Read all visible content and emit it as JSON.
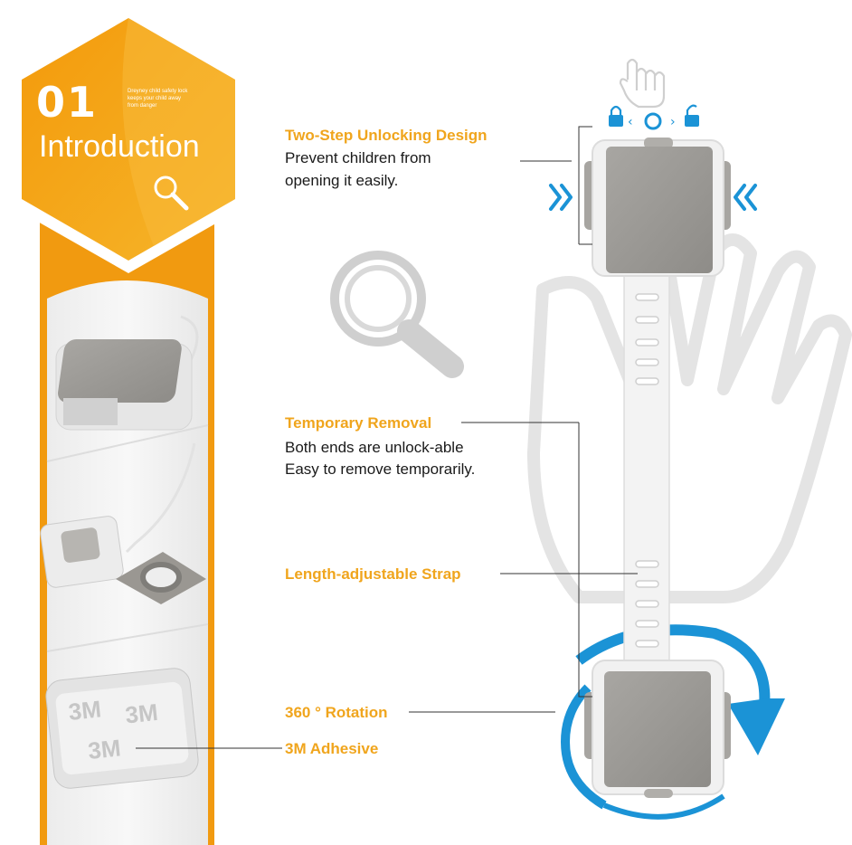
{
  "intro": {
    "number": "01",
    "title": "Introduction",
    "small_text": "Dreyney child safety lock keeps your child away from danger",
    "magnifier_icon": "magnifier-icon"
  },
  "features": [
    {
      "title": "Two-Step Unlocking Design",
      "lines": [
        "Prevent children from",
        "opening it easily."
      ]
    },
    {
      "title": "Temporary Removal",
      "lines": [
        "Both ends are unlock-able",
        "Easy to remove temporarily."
      ]
    },
    {
      "title": "Length-adjustable Strap",
      "lines": []
    },
    {
      "title": "360 ° Rotation",
      "lines": []
    },
    {
      "title": "3M Adhesive",
      "lines": []
    }
  ],
  "adhesive_print": "3M",
  "icons": [
    "hand-pointer-icon",
    "lock-closed-icon",
    "lock-open-icon",
    "chevron-right-icon",
    "chevron-left-icon",
    "rotation-arrow-icon",
    "magnifier-icon",
    "hand-outline-icon"
  ],
  "colors": {
    "accent_orange": "#f0a51d",
    "accent_blue": "#1b93d6",
    "lock_gray": "#9a9792",
    "strap_white": "#f3f3f3"
  }
}
